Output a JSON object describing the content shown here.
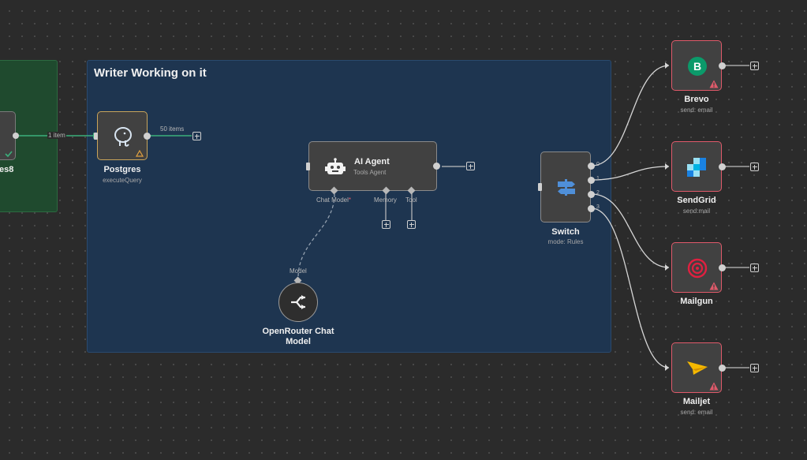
{
  "canvas": {
    "sticky_title": "Writer Working on it",
    "left_node_label": "es8"
  },
  "connections": {
    "left_to_postgres": "1 item",
    "postgres_out": "50 items"
  },
  "nodes": {
    "postgres": {
      "title": "Postgres",
      "subtitle": "executeQuery"
    },
    "ai_agent": {
      "title": "AI Agent",
      "subtitle": "Tools Agent",
      "ports": [
        "Chat Model",
        "Memory",
        "Tool"
      ],
      "required_mark": "*"
    },
    "openrouter": {
      "title_line1": "OpenRouter Chat",
      "title_line2": "Model",
      "port": "Model"
    },
    "switch": {
      "title": "Switch",
      "subtitle": "mode: Rules",
      "outputs": [
        "0",
        "1",
        "2",
        "3"
      ]
    },
    "brevo": {
      "title": "Brevo",
      "subtitle": "send: email"
    },
    "sendgrid": {
      "title": "SendGrid",
      "subtitle": "send:mail"
    },
    "mailgun": {
      "title": "Mailgun",
      "subtitle": ""
    },
    "mailjet": {
      "title": "Mailjet",
      "subtitle": "send: email"
    }
  },
  "colors": {
    "warning": "#e05a6a",
    "success_wire": "#3bb07b",
    "sticky_blue": "#1e3550",
    "sticky_green": "#1f4a2e"
  }
}
